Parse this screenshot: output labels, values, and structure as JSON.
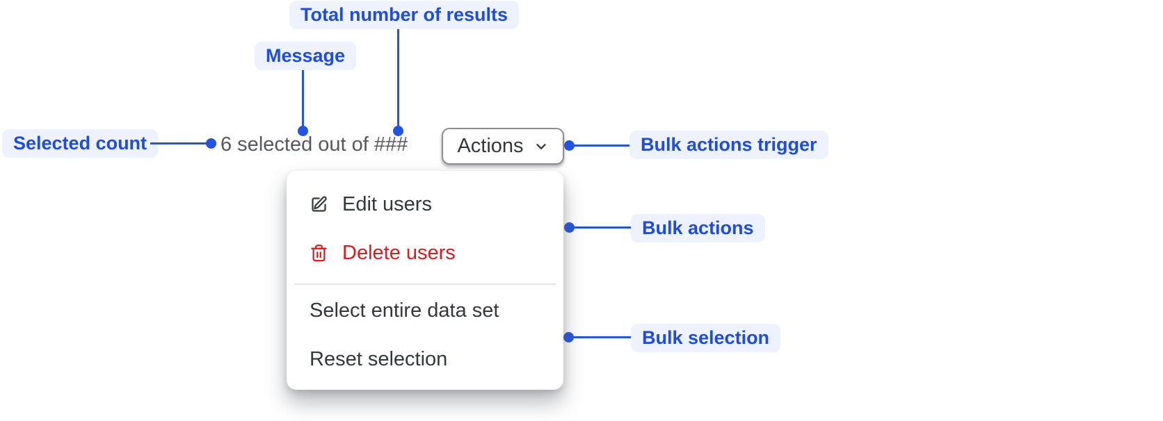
{
  "annotations": {
    "total_results": {
      "label": "Total number of results"
    },
    "message": {
      "label": "Message"
    },
    "selected_count": {
      "label": "Selected count"
    },
    "bulk_actions_trigger": {
      "label": "Bulk actions trigger"
    },
    "bulk_actions": {
      "label": "Bulk actions"
    },
    "bulk_selection": {
      "label": "Bulk selection"
    }
  },
  "component": {
    "selection_message": "6 selected out of ###",
    "actions_button": {
      "label": "Actions",
      "icon": "chevron-down"
    },
    "menu": {
      "groups": [
        {
          "items": [
            {
              "label": "Edit users",
              "icon": "edit-icon",
              "danger": false
            },
            {
              "label": "Delete users",
              "icon": "trash-icon",
              "danger": true
            }
          ]
        },
        {
          "items": [
            {
              "label": "Select entire data set"
            },
            {
              "label": "Reset selection"
            }
          ]
        }
      ]
    }
  },
  "colors": {
    "annotation_accent": "#1f4ce0",
    "annotation_pill_bg": "#edf2fd",
    "connector": "#2353e4",
    "message_text": "#55585e",
    "menu_text": "#34373d",
    "danger": "#e0191f",
    "button_border": "#8b8f95",
    "divider": "#e4e5e7",
    "background": "#ffffff"
  }
}
